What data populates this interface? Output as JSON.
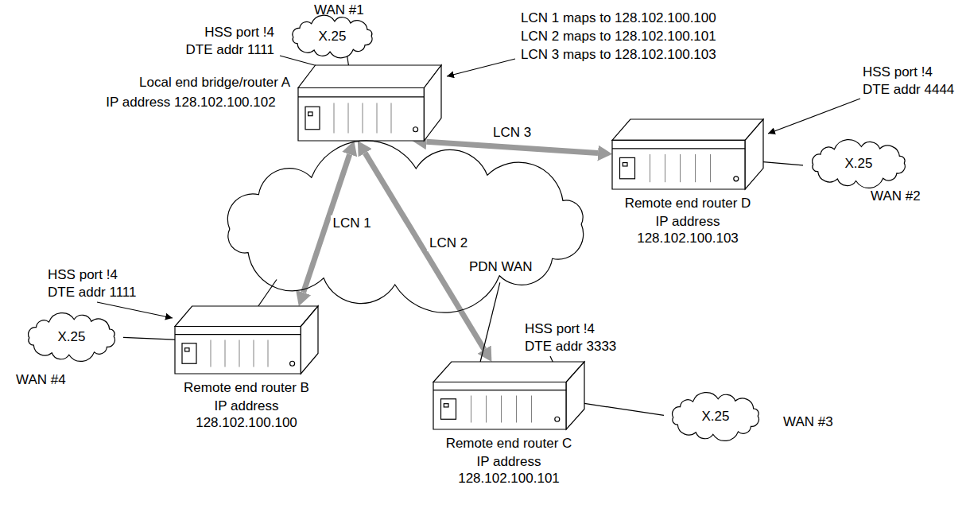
{
  "diagram": {
    "nodes": [
      {
        "text": [
          "Local end bridge/router A",
          "IP address 128.102.100.102"
        ]
      },
      {
        "text": [
          "X.25",
          "WAN #1"
        ]
      },
      {
        "text": [
          "PDN WAN"
        ]
      },
      {
        "text": [
          "Remote end router D",
          "IP address 128.102.100.103"
        ]
      },
      {
        "text": [
          "X.25",
          "WAN #2"
        ]
      },
      {
        "text": [
          "Remote end router B",
          "IP address 128.102.100.100"
        ]
      },
      {
        "text": [
          "X.25",
          "WAN #4"
        ]
      },
      {
        "text": [
          "Remote end router C",
          "IP address 128.102.100.101"
        ]
      },
      {
        "text": [
          "X.25",
          "WAN #3"
        ]
      }
    ],
    "edges": [
      {
        "from": 0,
        "to": 5,
        "label": "LCN 1",
        "arrow": "both"
      },
      {
        "from": 0,
        "to": 7,
        "label": "LCN 2",
        "arrow": "both"
      },
      {
        "from": 0,
        "to": 3,
        "label": "LCN 3",
        "arrow": "both"
      },
      {
        "from": 1,
        "to": 0,
        "arrow": "none"
      },
      {
        "from": 3,
        "to": 4,
        "arrow": "none"
      },
      {
        "from": 5,
        "to": 6,
        "arrow": "none"
      },
      {
        "from": 7,
        "to": 8,
        "arrow": "none"
      },
      {
        "from": 5,
        "to": 2,
        "arrow": "none"
      },
      {
        "from": 7,
        "to": 2,
        "arrow": "none"
      }
    ],
    "labels": [
      "HSS port !4",
      "DTE addr 1111",
      "LCN 1 maps to 128.102.100.100",
      "LCN 2 maps to 128.102.100.101",
      "LCN 3 maps to 128.102.100.103",
      "HSS port !4",
      "DTE addr 4444",
      "HSS port !4",
      "DTE addr 1111",
      "HSS port !4",
      "DTE addr 3333"
    ]
  }
}
